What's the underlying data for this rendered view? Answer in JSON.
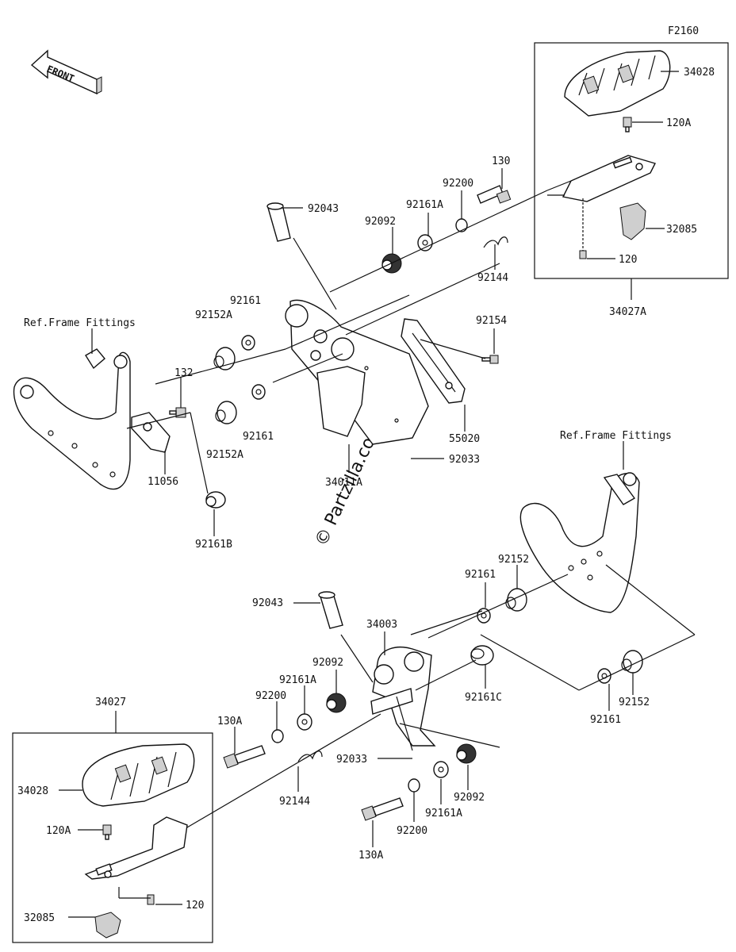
{
  "figure_code": "F2160",
  "front_label": "FRONT",
  "watermark": "© Partzilla.com",
  "labels": {
    "p34028_top": "34028",
    "p120A_top": "120A",
    "p32085_top": "32085",
    "p120_top": "120",
    "p34027A": "34027A",
    "p130_top": "130",
    "p92200_top": "92200",
    "p92161A_top": "92161A",
    "p92092_top": "92092",
    "p92144_top": "92144",
    "p92043_top": "92043",
    "p92154": "92154",
    "p55020": "55020",
    "p92033_top": "92033",
    "p34011A": "34011A",
    "p92161_a": "92161",
    "p92152A_a": "92152A",
    "p92161_b": "92161",
    "p92152A_b": "92152A",
    "p132": "132",
    "p11056": "11056",
    "p92161B": "92161B",
    "ref_frame_left": "Ref.Frame Fittings",
    "ref_frame_right": "Ref.Frame Fittings",
    "p92152_top": "92152",
    "p92161_c": "92161",
    "p92161_d": "92161",
    "p92152_bot": "92152",
    "p92161C": "92161C",
    "p92043_bot": "92043",
    "p34003": "34003",
    "p92092_mid": "92092",
    "p92161A_mid": "92161A",
    "p92200_mid": "92200",
    "p130A_mid": "130A",
    "p34027": "34027",
    "p92144_bot": "92144",
    "p92033_bot": "92033",
    "p92092_bot": "92092",
    "p92161A_bot": "92161A",
    "p92200_bot": "92200",
    "p130A_bot": "130A",
    "p34028_bot": "34028",
    "p120A_bot": "120A",
    "p120_bot": "120",
    "p32085_bot": "32085"
  }
}
